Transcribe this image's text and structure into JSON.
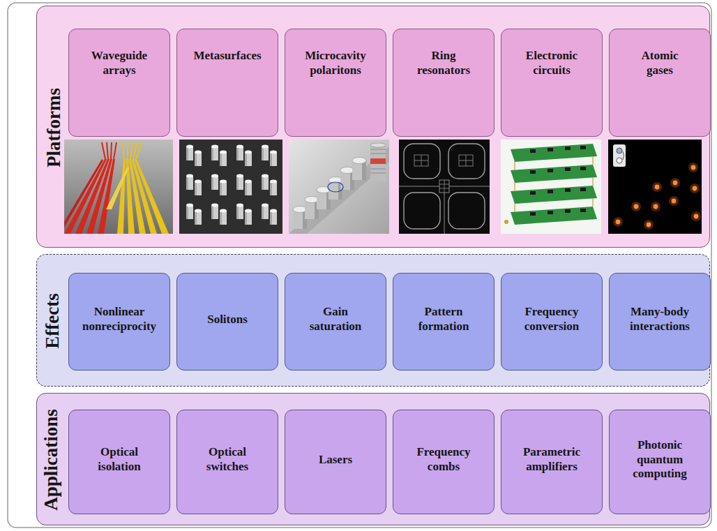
{
  "diagram": {
    "nodes": [
      {
        "text": [
          "Platforms"
        ]
      },
      {
        "text": [
          "Waveguide arrays"
        ],
        "in": 0
      },
      {
        "text": [
          "Metasurfaces"
        ],
        "in": 0
      },
      {
        "text": [
          "Microcavity polaritons"
        ],
        "in": 0
      },
      {
        "text": [
          "Ring resonators"
        ],
        "in": 0
      },
      {
        "text": [
          "Electronic circuits"
        ],
        "in": 0
      },
      {
        "text": [
          "Atomic gases"
        ],
        "in": 0
      },
      {
        "text": [
          "Effects"
        ]
      },
      {
        "text": [
          "Nonlinear nonreciprocity"
        ],
        "in": 7
      },
      {
        "text": [
          "Solitons"
        ],
        "in": 7
      },
      {
        "text": [
          "Gain saturation"
        ],
        "in": 7
      },
      {
        "text": [
          "Pattern formation"
        ],
        "in": 7
      },
      {
        "text": [
          "Frequency conversion"
        ],
        "in": 7
      },
      {
        "text": [
          "Many-body interactions"
        ],
        "in": 7
      },
      {
        "text": [
          "Applications"
        ]
      },
      {
        "text": [
          "Optical isolation"
        ],
        "in": 14
      },
      {
        "text": [
          "Optical switches"
        ],
        "in": 14
      },
      {
        "text": [
          "Lasers"
        ],
        "in": 14
      },
      {
        "text": [
          "Frequency combs"
        ],
        "in": 14
      },
      {
        "text": [
          "Parametric amplifiers"
        ],
        "in": 14
      },
      {
        "text": [
          "Photonic quantum computing"
        ],
        "in": 14
      }
    ]
  }
}
